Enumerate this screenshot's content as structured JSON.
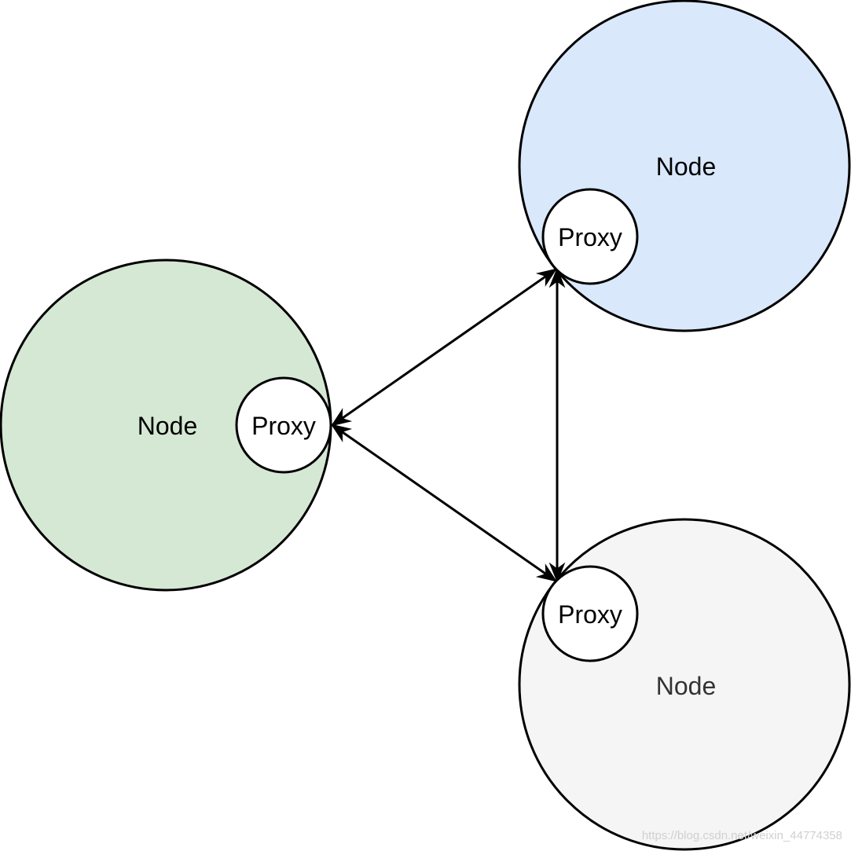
{
  "colors": {
    "node_left_fill": "#d5e8d4",
    "node_top_fill": "#dae8fc",
    "node_bottom_fill": "#f5f5f5",
    "proxy_fill": "#ffffff",
    "stroke": "#000000"
  },
  "nodes": {
    "left": {
      "label": "Node",
      "proxy_label": "Proxy"
    },
    "top": {
      "label": "Node",
      "proxy_label": "Proxy"
    },
    "bottom": {
      "label": "Node",
      "proxy_label": "Proxy"
    }
  },
  "edges": [
    {
      "from": "left",
      "to": "top",
      "direction": "bidirectional"
    },
    {
      "from": "left",
      "to": "bottom",
      "direction": "bidirectional"
    },
    {
      "from": "top",
      "to": "bottom",
      "direction": "bidirectional"
    }
  ],
  "watermark": "https://blog.csdn.net/weixin_44774358"
}
